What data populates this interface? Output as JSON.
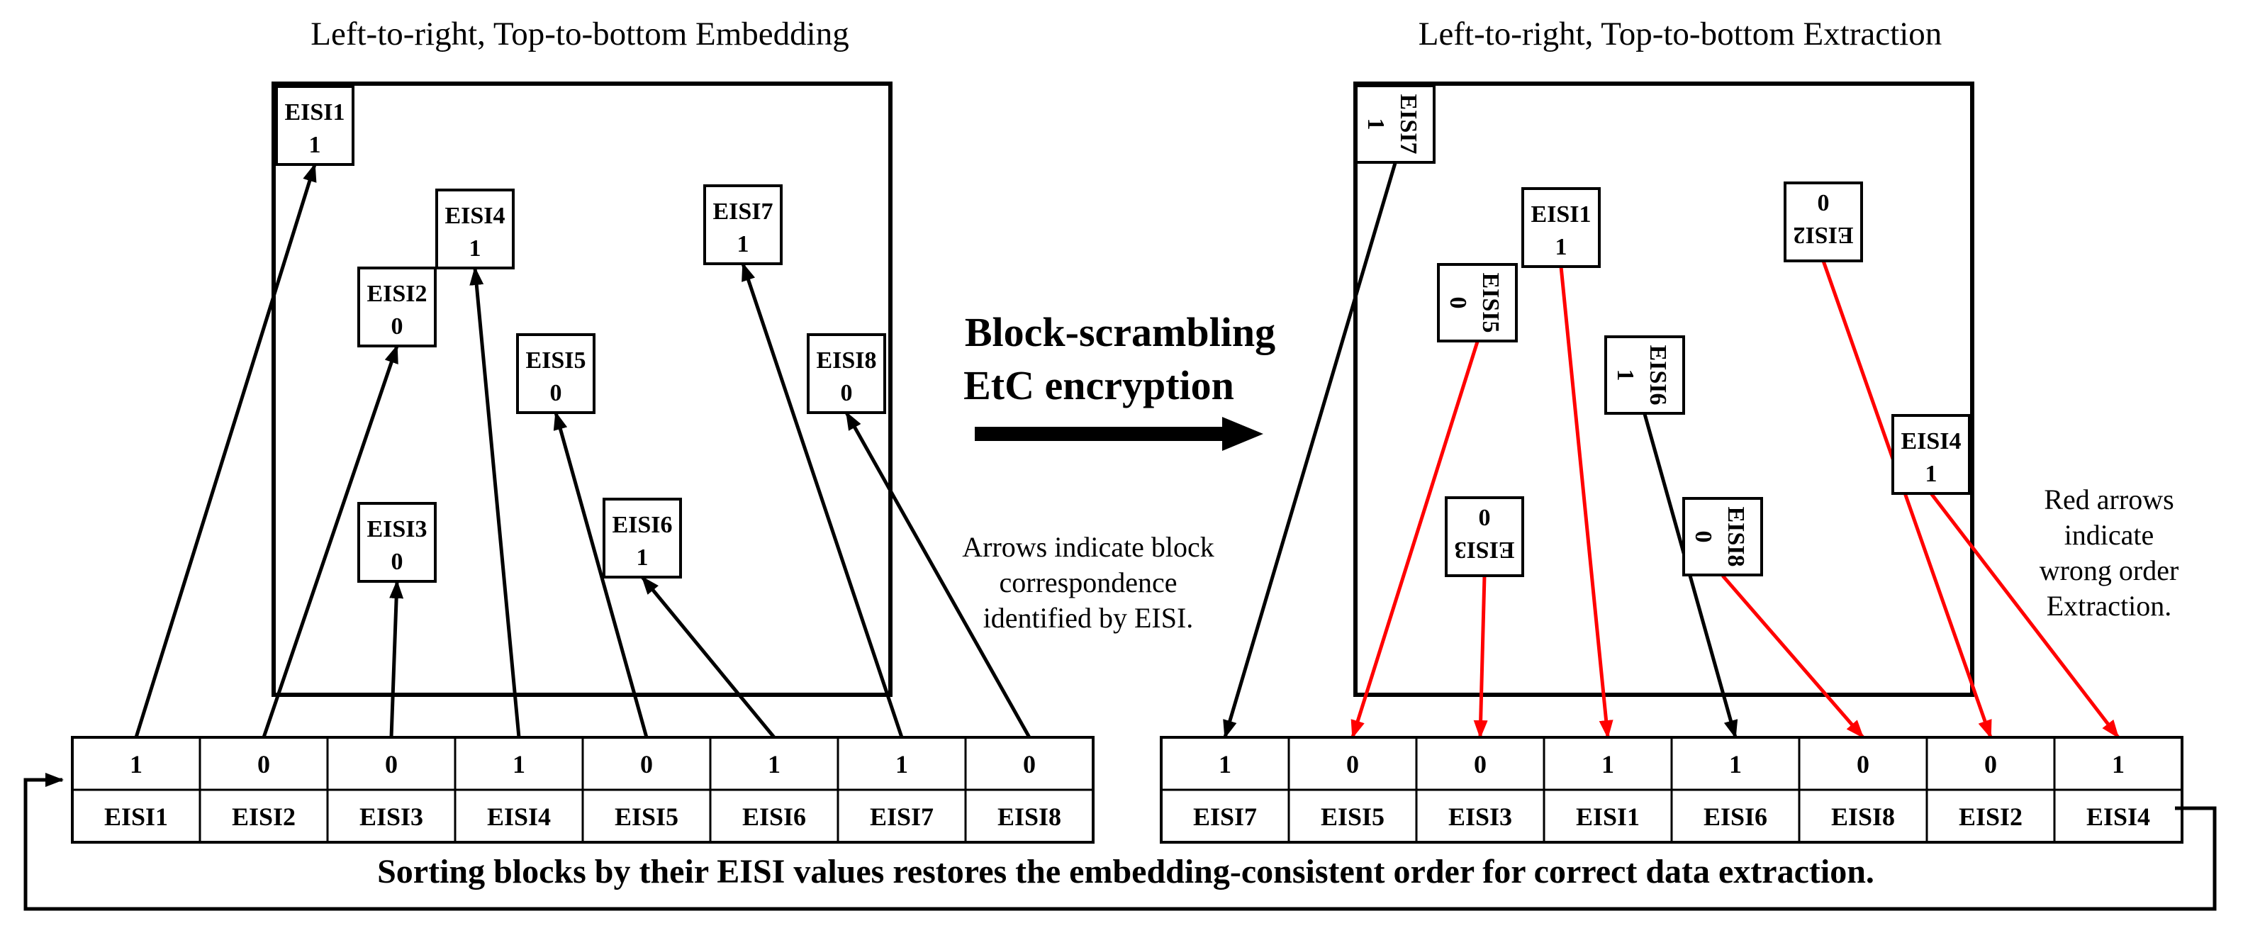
{
  "left": {
    "title": "Left-to-right, Top-to-bottom Embedding",
    "blocks": [
      {
        "label": "EISI1",
        "value": "1",
        "rotation": 0
      },
      {
        "label": "EISI2",
        "value": "0",
        "rotation": 0
      },
      {
        "label": "EISI3",
        "value": "0",
        "rotation": 0
      },
      {
        "label": "EISI4",
        "value": "1",
        "rotation": 0
      },
      {
        "label": "EISI5",
        "value": "0",
        "rotation": 0
      },
      {
        "label": "EISI6",
        "value": "1",
        "rotation": 0
      },
      {
        "label": "EISI7",
        "value": "1",
        "rotation": 0
      },
      {
        "label": "EISI8",
        "value": "0",
        "rotation": 0
      }
    ],
    "table": {
      "values": [
        "1",
        "0",
        "0",
        "1",
        "0",
        "1",
        "1",
        "0"
      ],
      "labels": [
        "EISI1",
        "EISI2",
        "EISI3",
        "EISI4",
        "EISI5",
        "EISI6",
        "EISI7",
        "EISI8"
      ]
    },
    "note": [
      "Arrows indicate block",
      "correspondence",
      "identified by EISI."
    ]
  },
  "middle": {
    "label": [
      "Block-scrambling",
      "EtC encryption"
    ]
  },
  "right": {
    "title": "Left-to-right, Top-to-bottom Extraction",
    "blocks": [
      {
        "label": "EISI7",
        "value": "1",
        "rotation": 90
      },
      {
        "label": "EISI1",
        "value": "1",
        "rotation": 0
      },
      {
        "label": "EISI2",
        "value": "0",
        "rotation": 180
      },
      {
        "label": "EISI5",
        "value": "0",
        "rotation": 90
      },
      {
        "label": "EISI6",
        "value": "1",
        "rotation": 90
      },
      {
        "label": "EISI4",
        "value": "1",
        "rotation": 0
      },
      {
        "label": "EISI3",
        "value": "0",
        "rotation": 180
      },
      {
        "label": "EISI8",
        "value": "0",
        "rotation": 90
      }
    ],
    "table": {
      "values": [
        "1",
        "0",
        "0",
        "1",
        "1",
        "0",
        "0",
        "1"
      ],
      "labels": [
        "EISI7",
        "EISI5",
        "EISI3",
        "EISI1",
        "EISI6",
        "EISI8",
        "EISI2",
        "EISI4"
      ]
    },
    "note": [
      "Red arrows",
      "indicate",
      "wrong order",
      "Extraction."
    ]
  },
  "footer": "Sorting blocks by their EISI values restores the embedding-consistent order for correct data extraction.",
  "colors": {
    "line": "#000000",
    "wrong_arrow": "#ff0000",
    "background": "#ffffff"
  }
}
